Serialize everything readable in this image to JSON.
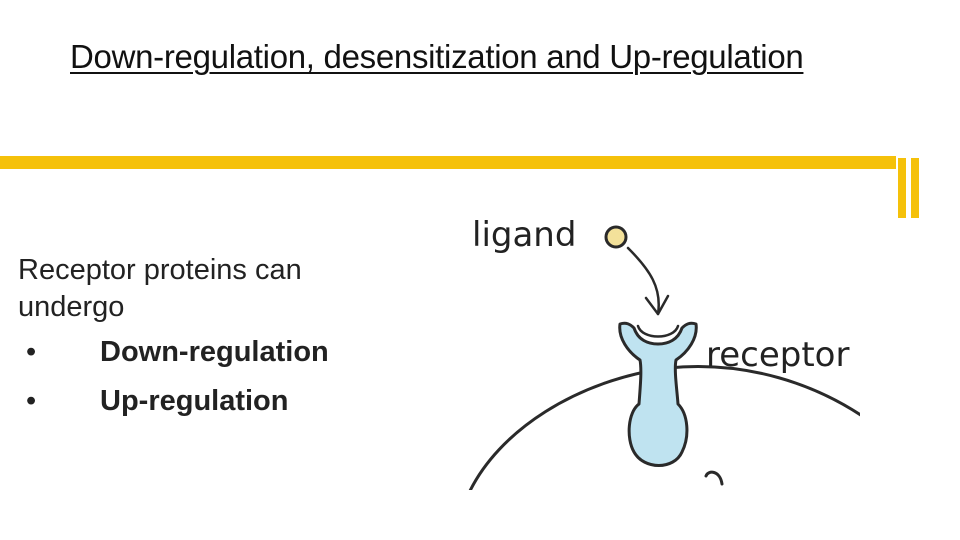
{
  "slide": {
    "title": "Down-regulation, desensitization and Up-regulation",
    "intro": "Receptor proteins can undergo",
    "bullets": [
      {
        "marker": "•",
        "text": "Down-regulation"
      },
      {
        "marker": "•",
        "text": "Up-regulation"
      }
    ]
  },
  "figure": {
    "ligand_label": "ligand",
    "receptor_label": "receptor"
  },
  "colors": {
    "accent": "#F5C10A",
    "ligand_fill": "#F3E19A",
    "receptor_fill": "#BFE3F0",
    "outline": "#2A2A2A"
  }
}
